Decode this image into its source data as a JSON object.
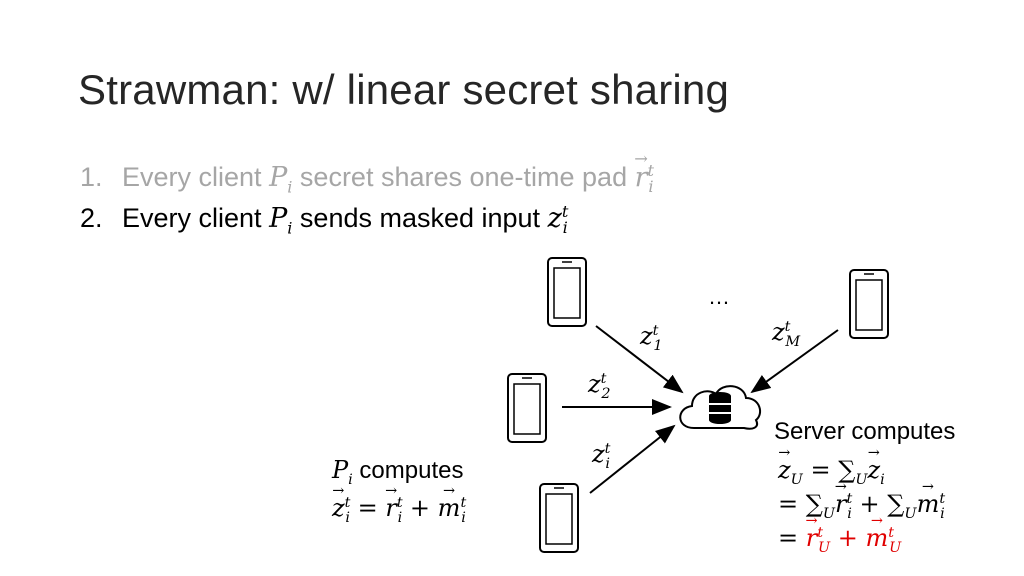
{
  "title": "Strawman: w/ linear secret sharing",
  "steps": [
    {
      "num": "1.",
      "text_a": "Every client ",
      "text_b": " secret shares one-time pad "
    },
    {
      "num": "2.",
      "text_a": "Every client ",
      "text_b": " sends masked input "
    }
  ],
  "math": {
    "P": "P",
    "i": "i",
    "t": "t",
    "r": "r",
    "z": "z",
    "m": "m",
    "U": "U",
    "sum": "∑",
    "eq": "=",
    "plus": "+",
    "z1_sub": "1",
    "z2_sub": "2",
    "zM_sub": "M"
  },
  "diagram": {
    "ellipsis": "…",
    "client_computes": " computes",
    "server_computes": "Server computes"
  },
  "colors": {
    "accent_red": "#e00000",
    "faded": "#a6a6a6"
  }
}
